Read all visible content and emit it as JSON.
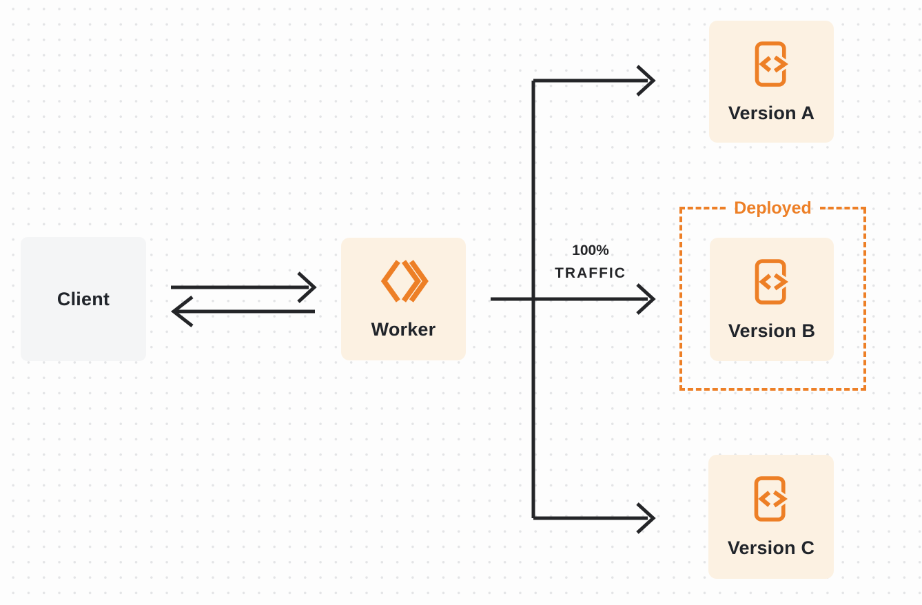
{
  "colors": {
    "accent_orange": "#ED7F26",
    "node_cream_bg": "#FCF1E2",
    "node_gray_bg": "#F4F5F6",
    "arrow_dark": "#242528",
    "label_dark": "#20242A",
    "page_bg": "#FDFDFD",
    "dot_grid": "#E3E4E6"
  },
  "nodes": {
    "client": {
      "label": "Client"
    },
    "worker": {
      "label": "Worker",
      "icon": "workers-logo-icon"
    },
    "version_a": {
      "label": "Version A",
      "icon": "code-file-icon"
    },
    "version_b": {
      "label": "Version B",
      "icon": "code-file-icon"
    },
    "version_c": {
      "label": "Version C",
      "icon": "code-file-icon"
    }
  },
  "annotations": {
    "deployed_label": "Deployed",
    "traffic_label_line1": "100%",
    "traffic_label_line2": "TRAFFIC"
  },
  "edges": [
    {
      "from": "Client",
      "to": "Worker",
      "style": "arrow-right"
    },
    {
      "from": "Worker",
      "to": "Client",
      "style": "arrow-left"
    },
    {
      "from": "Worker",
      "to": "Version A",
      "style": "elbow-arrow"
    },
    {
      "from": "Worker",
      "to": "Version B",
      "style": "straight-arrow",
      "label": "100% TRAFFIC"
    },
    {
      "from": "Worker",
      "to": "Version C",
      "style": "elbow-arrow"
    }
  ]
}
